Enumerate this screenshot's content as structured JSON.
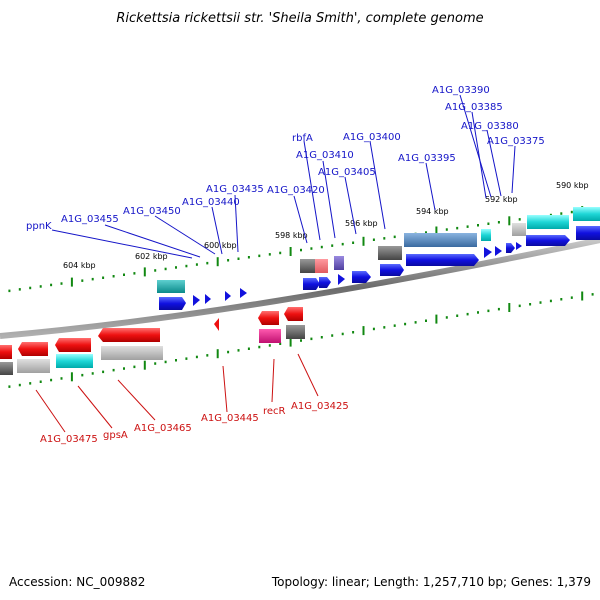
{
  "title": "Rickettsia rickettsii str. 'Sheila Smith', complete genome",
  "footer": {
    "accession": "Accession: NC_009882",
    "summary": "Topology: linear; Length: 1,257,710 bp; Genes: 1,379"
  },
  "colors": {
    "forward_label": "#1515c8",
    "reverse_label": "#cc1111",
    "forward_arrow": "#1212dd",
    "reverse_arrow": "#ee1111",
    "tick": "#118811",
    "backbone": "#8a8a8a"
  },
  "kbp_ticks": [
    "604 kbp",
    "602 kbp",
    "600 kbp",
    "598 kbp",
    "596 kbp",
    "594 kbp",
    "592 kbp",
    "590 kbp"
  ],
  "forward_genes": [
    "ppnK",
    "A1G_03455",
    "A1G_03450",
    "A1G_03440",
    "A1G_03435",
    "A1G_03420",
    "rbfA",
    "A1G_03410",
    "A1G_03405",
    "A1G_03400",
    "A1G_03395",
    "A1G_03390",
    "A1G_03385",
    "A1G_03380",
    "A1G_03375"
  ],
  "reverse_genes": [
    "A1G_03475",
    "gpsA",
    "A1G_03465",
    "A1G_03445",
    "recR",
    "A1G_03425"
  ]
}
